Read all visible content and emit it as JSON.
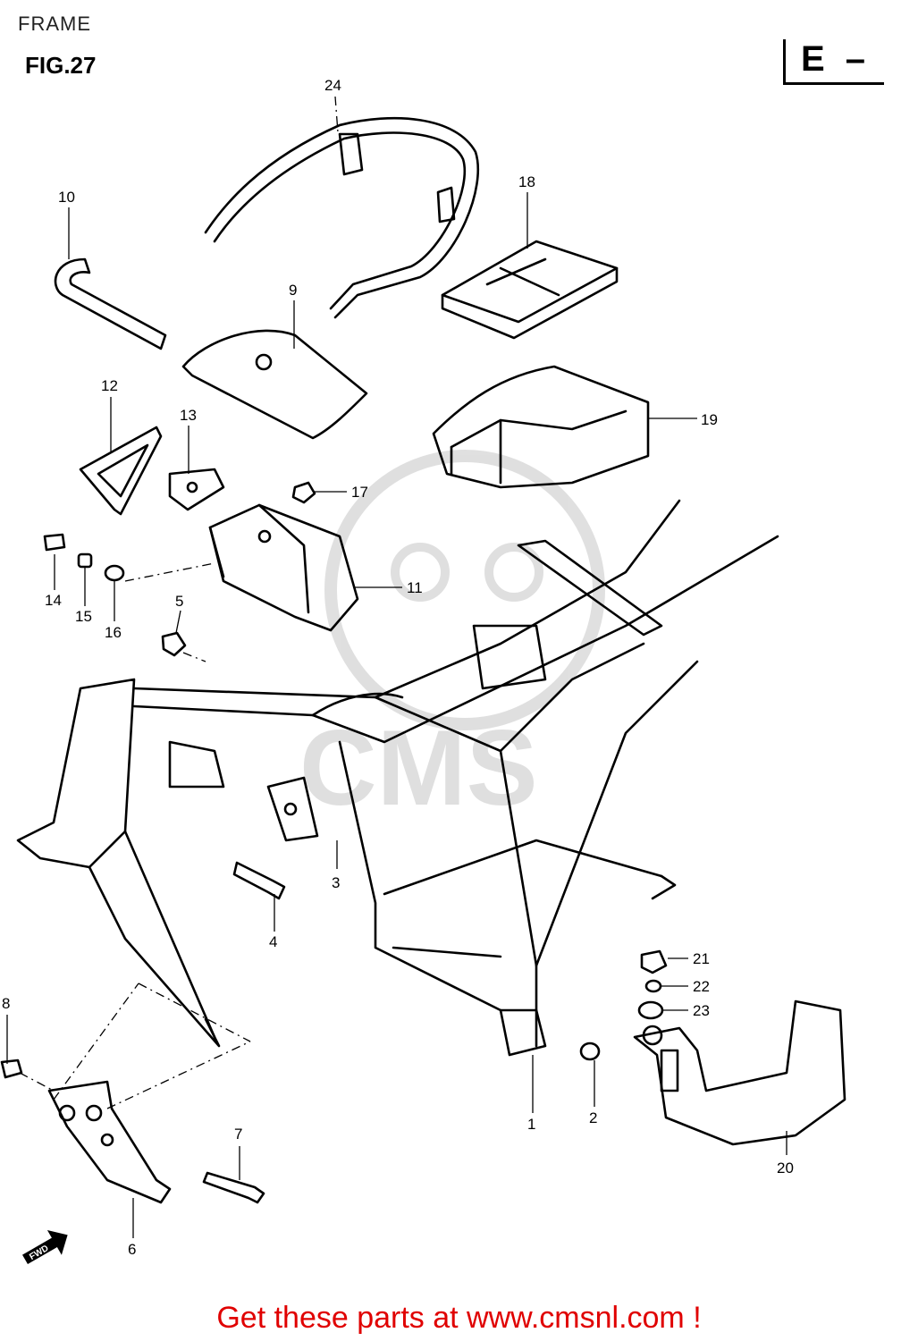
{
  "header": {
    "title": "FRAME",
    "figure": "FIG.27",
    "section": "E –"
  },
  "callouts": [
    {
      "id": "1",
      "label": "1"
    },
    {
      "id": "2",
      "label": "2"
    },
    {
      "id": "3",
      "label": "3"
    },
    {
      "id": "4",
      "label": "4"
    },
    {
      "id": "5",
      "label": "5"
    },
    {
      "id": "6",
      "label": "6"
    },
    {
      "id": "7",
      "label": "7"
    },
    {
      "id": "8",
      "label": "8"
    },
    {
      "id": "9",
      "label": "9"
    },
    {
      "id": "10",
      "label": "10"
    },
    {
      "id": "11",
      "label": "11"
    },
    {
      "id": "12",
      "label": "12"
    },
    {
      "id": "13",
      "label": "13"
    },
    {
      "id": "14",
      "label": "14"
    },
    {
      "id": "15",
      "label": "15"
    },
    {
      "id": "16",
      "label": "16"
    },
    {
      "id": "17",
      "label": "17"
    },
    {
      "id": "18",
      "label": "18"
    },
    {
      "id": "19",
      "label": "19"
    },
    {
      "id": "20",
      "label": "20"
    },
    {
      "id": "21",
      "label": "21"
    },
    {
      "id": "22",
      "label": "22"
    },
    {
      "id": "23",
      "label": "23"
    },
    {
      "id": "24",
      "label": "24"
    }
  ],
  "fwd_arrow": "FWD",
  "watermark": "CMS",
  "footer": {
    "text": "Get these parts at www.cmsnl.com !"
  }
}
